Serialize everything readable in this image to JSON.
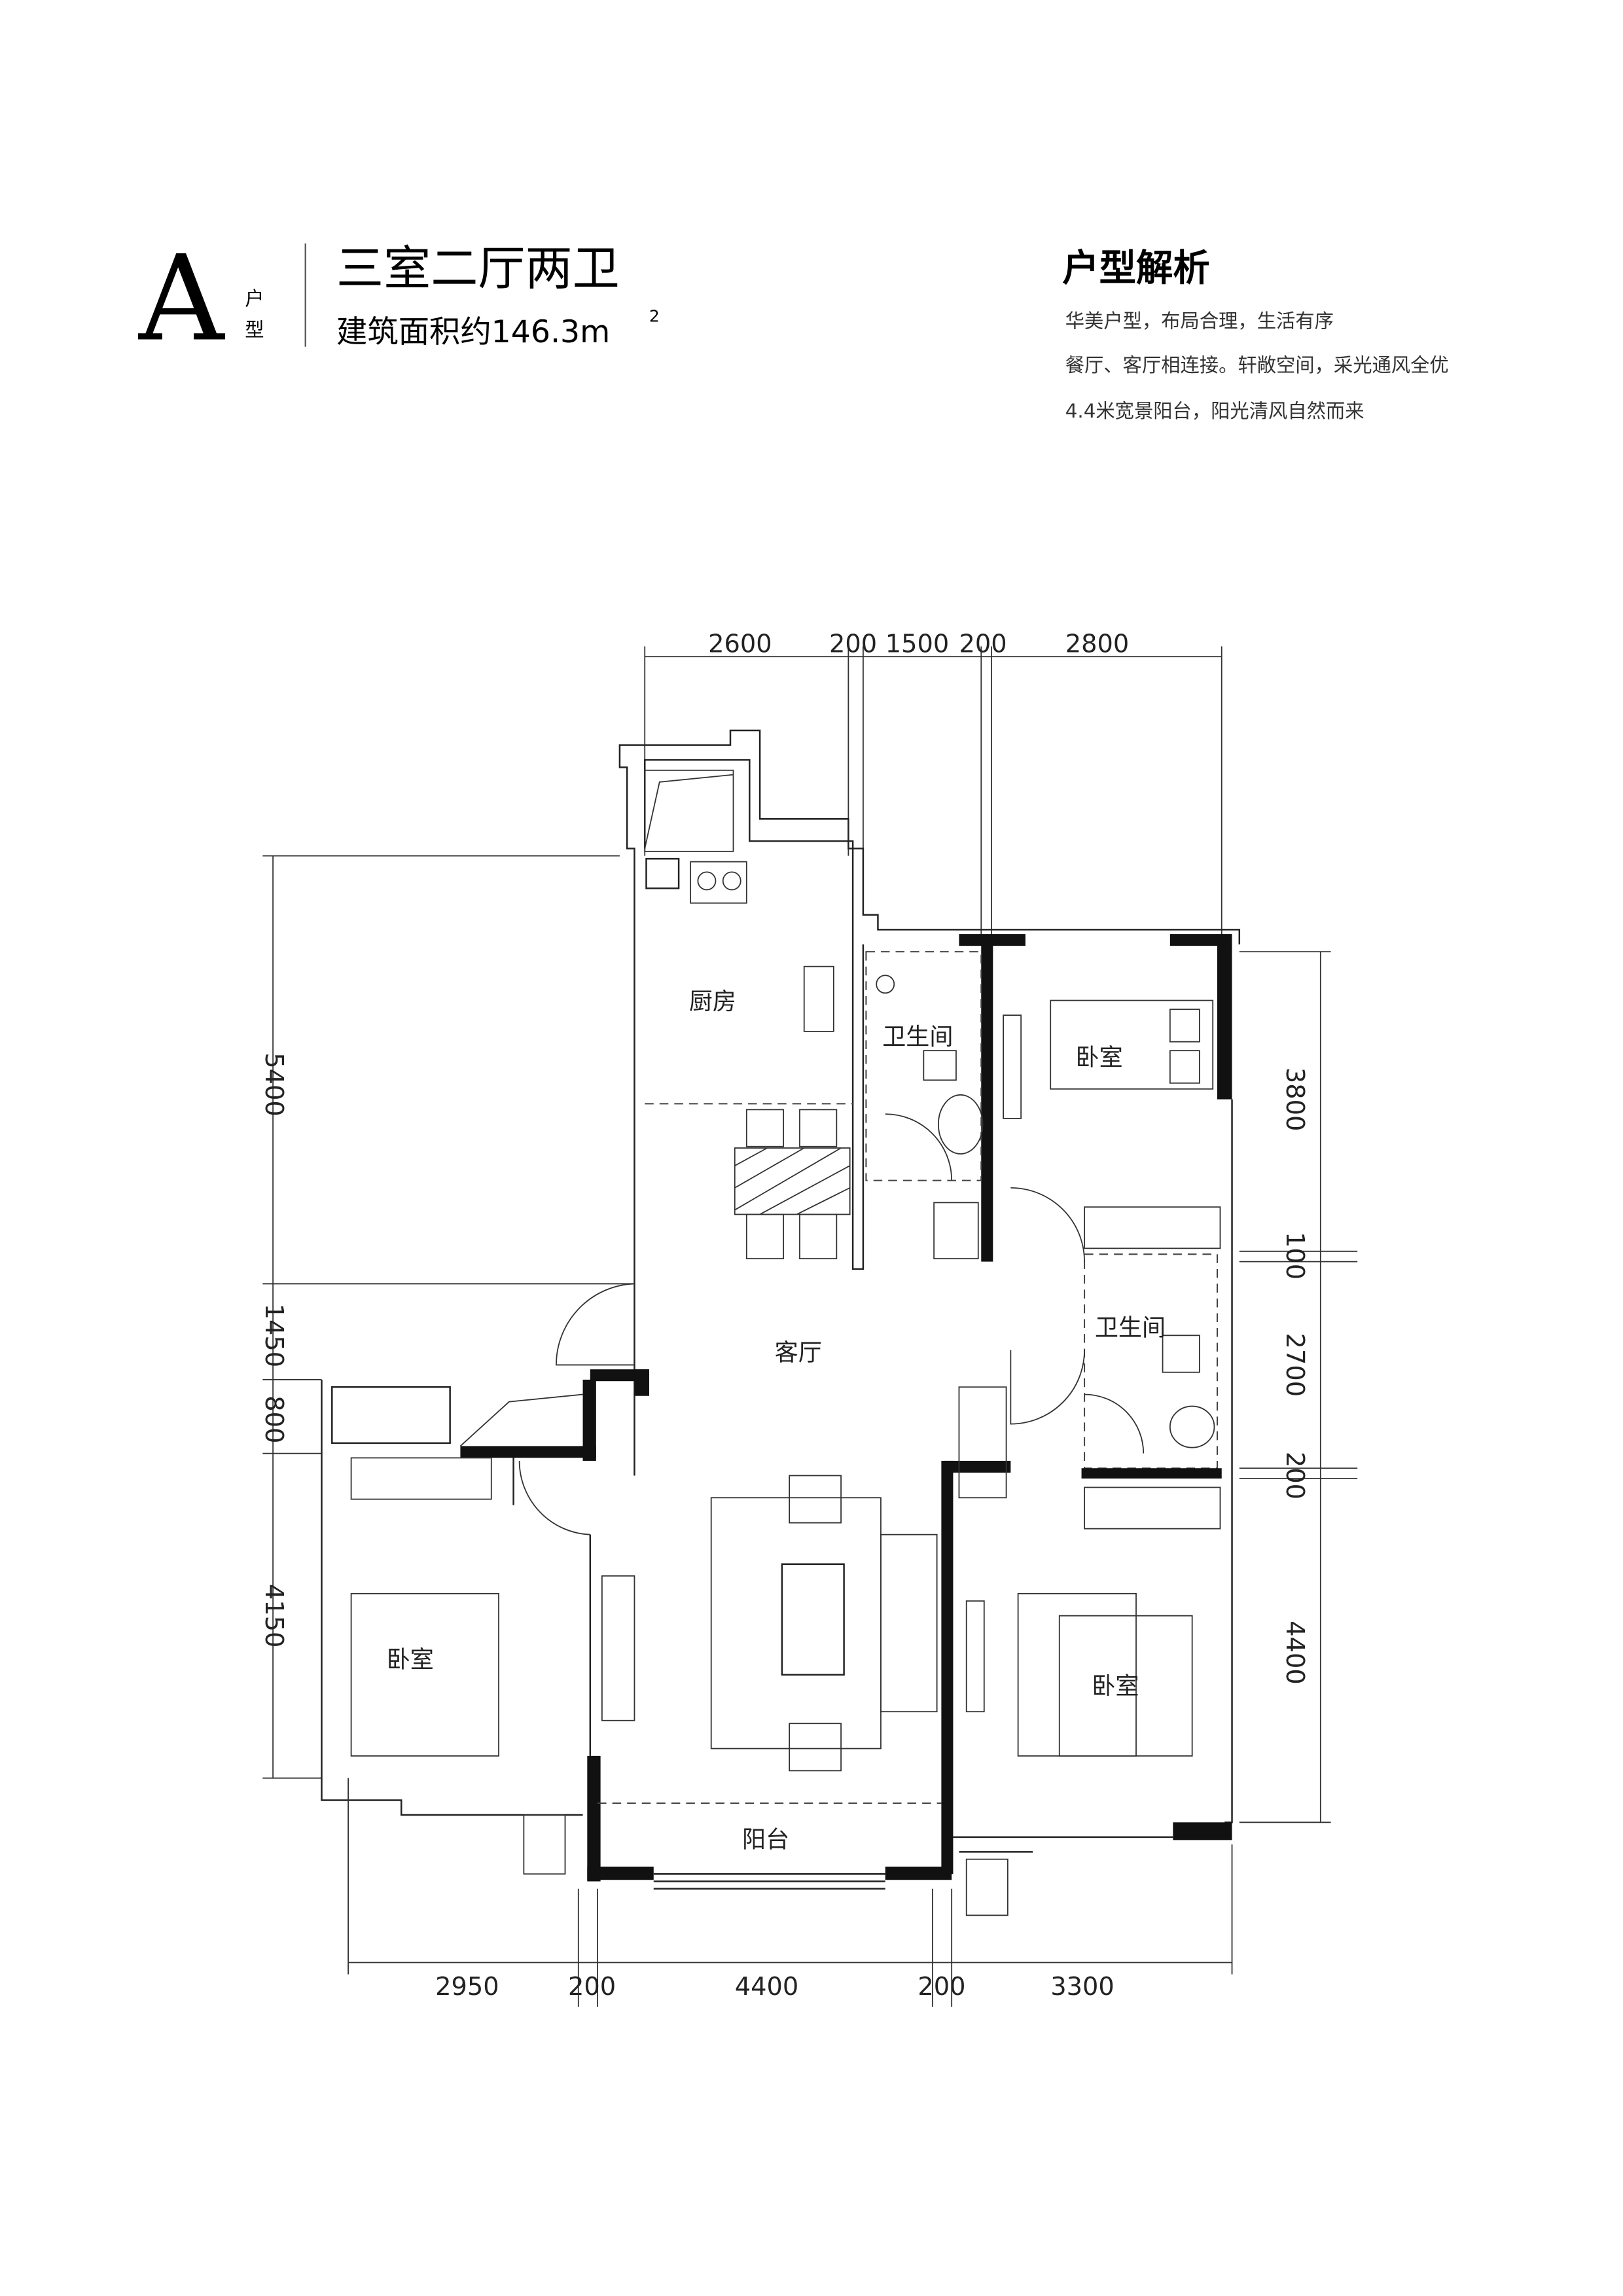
{
  "header": {
    "type_letter": "A",
    "type_suffix_1": "户",
    "type_suffix_2": "型",
    "layout_title": "三室二厅两卫",
    "area_text": "建筑面积约146.3m",
    "area_sup": "2"
  },
  "analysis": {
    "title": "户型解析",
    "lines": [
      "华美户型，布局合理，生活有序",
      "餐厅、客厅相连接。轩敞空间，采光通风全优",
      "4.4米宽景阳台，阳光清风自然而来"
    ]
  },
  "plan": {
    "rooms": {
      "kitchen": "厨房",
      "bathroom_1": "卫生间",
      "bedroom_1": "卧室",
      "bathroom_2": "卫生间",
      "living": "客厅",
      "bedroom_2": "卧室",
      "bedroom_3": "卧室",
      "balcony": "阳台"
    },
    "dims_top": [
      "2600",
      "200",
      "1500",
      "200",
      "2800"
    ],
    "dims_left": [
      "5400",
      "1450",
      "800",
      "4150"
    ],
    "dims_right": [
      "3800",
      "100",
      "2700",
      "200",
      "4400"
    ],
    "dims_bottom": [
      "2950",
      "200",
      "4400",
      "200",
      "3300"
    ]
  }
}
